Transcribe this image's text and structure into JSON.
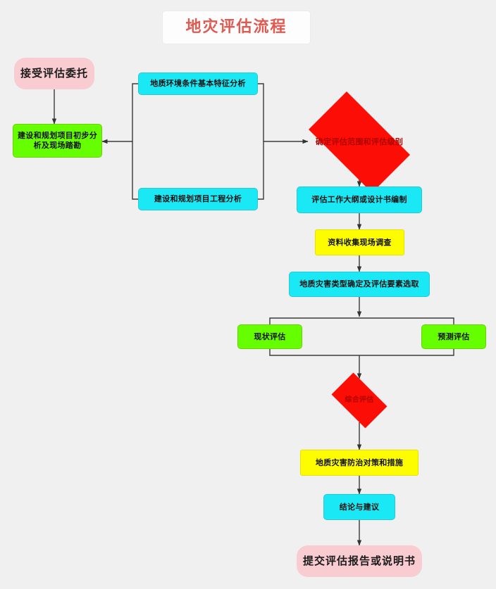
{
  "diagram": {
    "title": "地灾评估流程",
    "title_color": "#e05a52",
    "background": "#f0f0f0",
    "palette": {
      "terminal": "#f9ccd2",
      "green": "#66ff00",
      "cyan": "#1ae9f5",
      "yellow": "#fdfc00",
      "decision": "#fc0d05",
      "edge": "#333333"
    },
    "nodes": {
      "start": "接受评估委托",
      "preliminary": "建设和规划项目初步分析及现场踏勘",
      "geo_env": "地质环境条件基本特征分析",
      "project_eng": "建设和规划项目工程分析",
      "scope_level": "确定评估范围和评估级别",
      "outline": "评估工作大纲或设计书编制",
      "data_survey": "资料收集现场调查",
      "hazard_type": "地质灾害类型确定及评估要素选取",
      "current_eval": "现状评估",
      "predict_eval": "预测评估",
      "comprehensive_eval": "综合评估",
      "countermeasures": "地质灾害防治对策和措施",
      "conclusion": "结论与建议",
      "submit": "提交评估报告或说明书"
    }
  }
}
